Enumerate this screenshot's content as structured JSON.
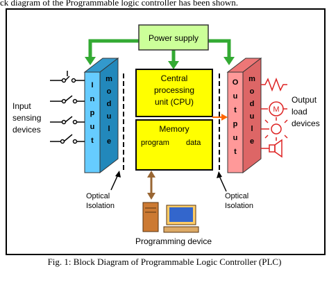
{
  "header_text": "ck diagram of the Programmable logic controller has been shown.",
  "caption": "Fig. 1: Block Diagram of Programmable Logic Controller (PLC)",
  "diagram": {
    "power_supply": "Power supply",
    "cpu_line1": "Central",
    "cpu_line2": "processing",
    "cpu_line3": "unit (CPU)",
    "memory": "Memory",
    "program": "program",
    "data": "data",
    "input_module_letters": [
      "I",
      "n",
      "p",
      "u",
      "t"
    ],
    "input_module_letters2": [
      "m",
      "o",
      "d",
      "u",
      "l",
      "e"
    ],
    "output_module_letters": [
      "O",
      "u",
      "t",
      "p",
      "u",
      "t"
    ],
    "output_module_letters2": [
      "m",
      "o",
      "d",
      "u",
      "l",
      "e"
    ],
    "input_devices_line1": "Input",
    "input_devices_line2": "sensing",
    "input_devices_line3": "devices",
    "output_devices_line1": "Output",
    "output_devices_line2": "load",
    "output_devices_line3": "devices",
    "optical_left_1": "Optical",
    "optical_left_2": "Isolation",
    "optical_right_1": "Optical",
    "optical_right_2": "Isolation",
    "programming_device": "Programming device",
    "motor_symbol": "M"
  },
  "colors": {
    "power_supply_fill": "#ccff99",
    "cpu_fill": "#ffff00",
    "input_module_fill": "#66ccff",
    "output_module_fill": "#ff9999",
    "arrow_green": "#33aa33",
    "arrow_orange": "#ff6600",
    "arrow_brown": "#996633",
    "device_red": "#dd2222"
  }
}
